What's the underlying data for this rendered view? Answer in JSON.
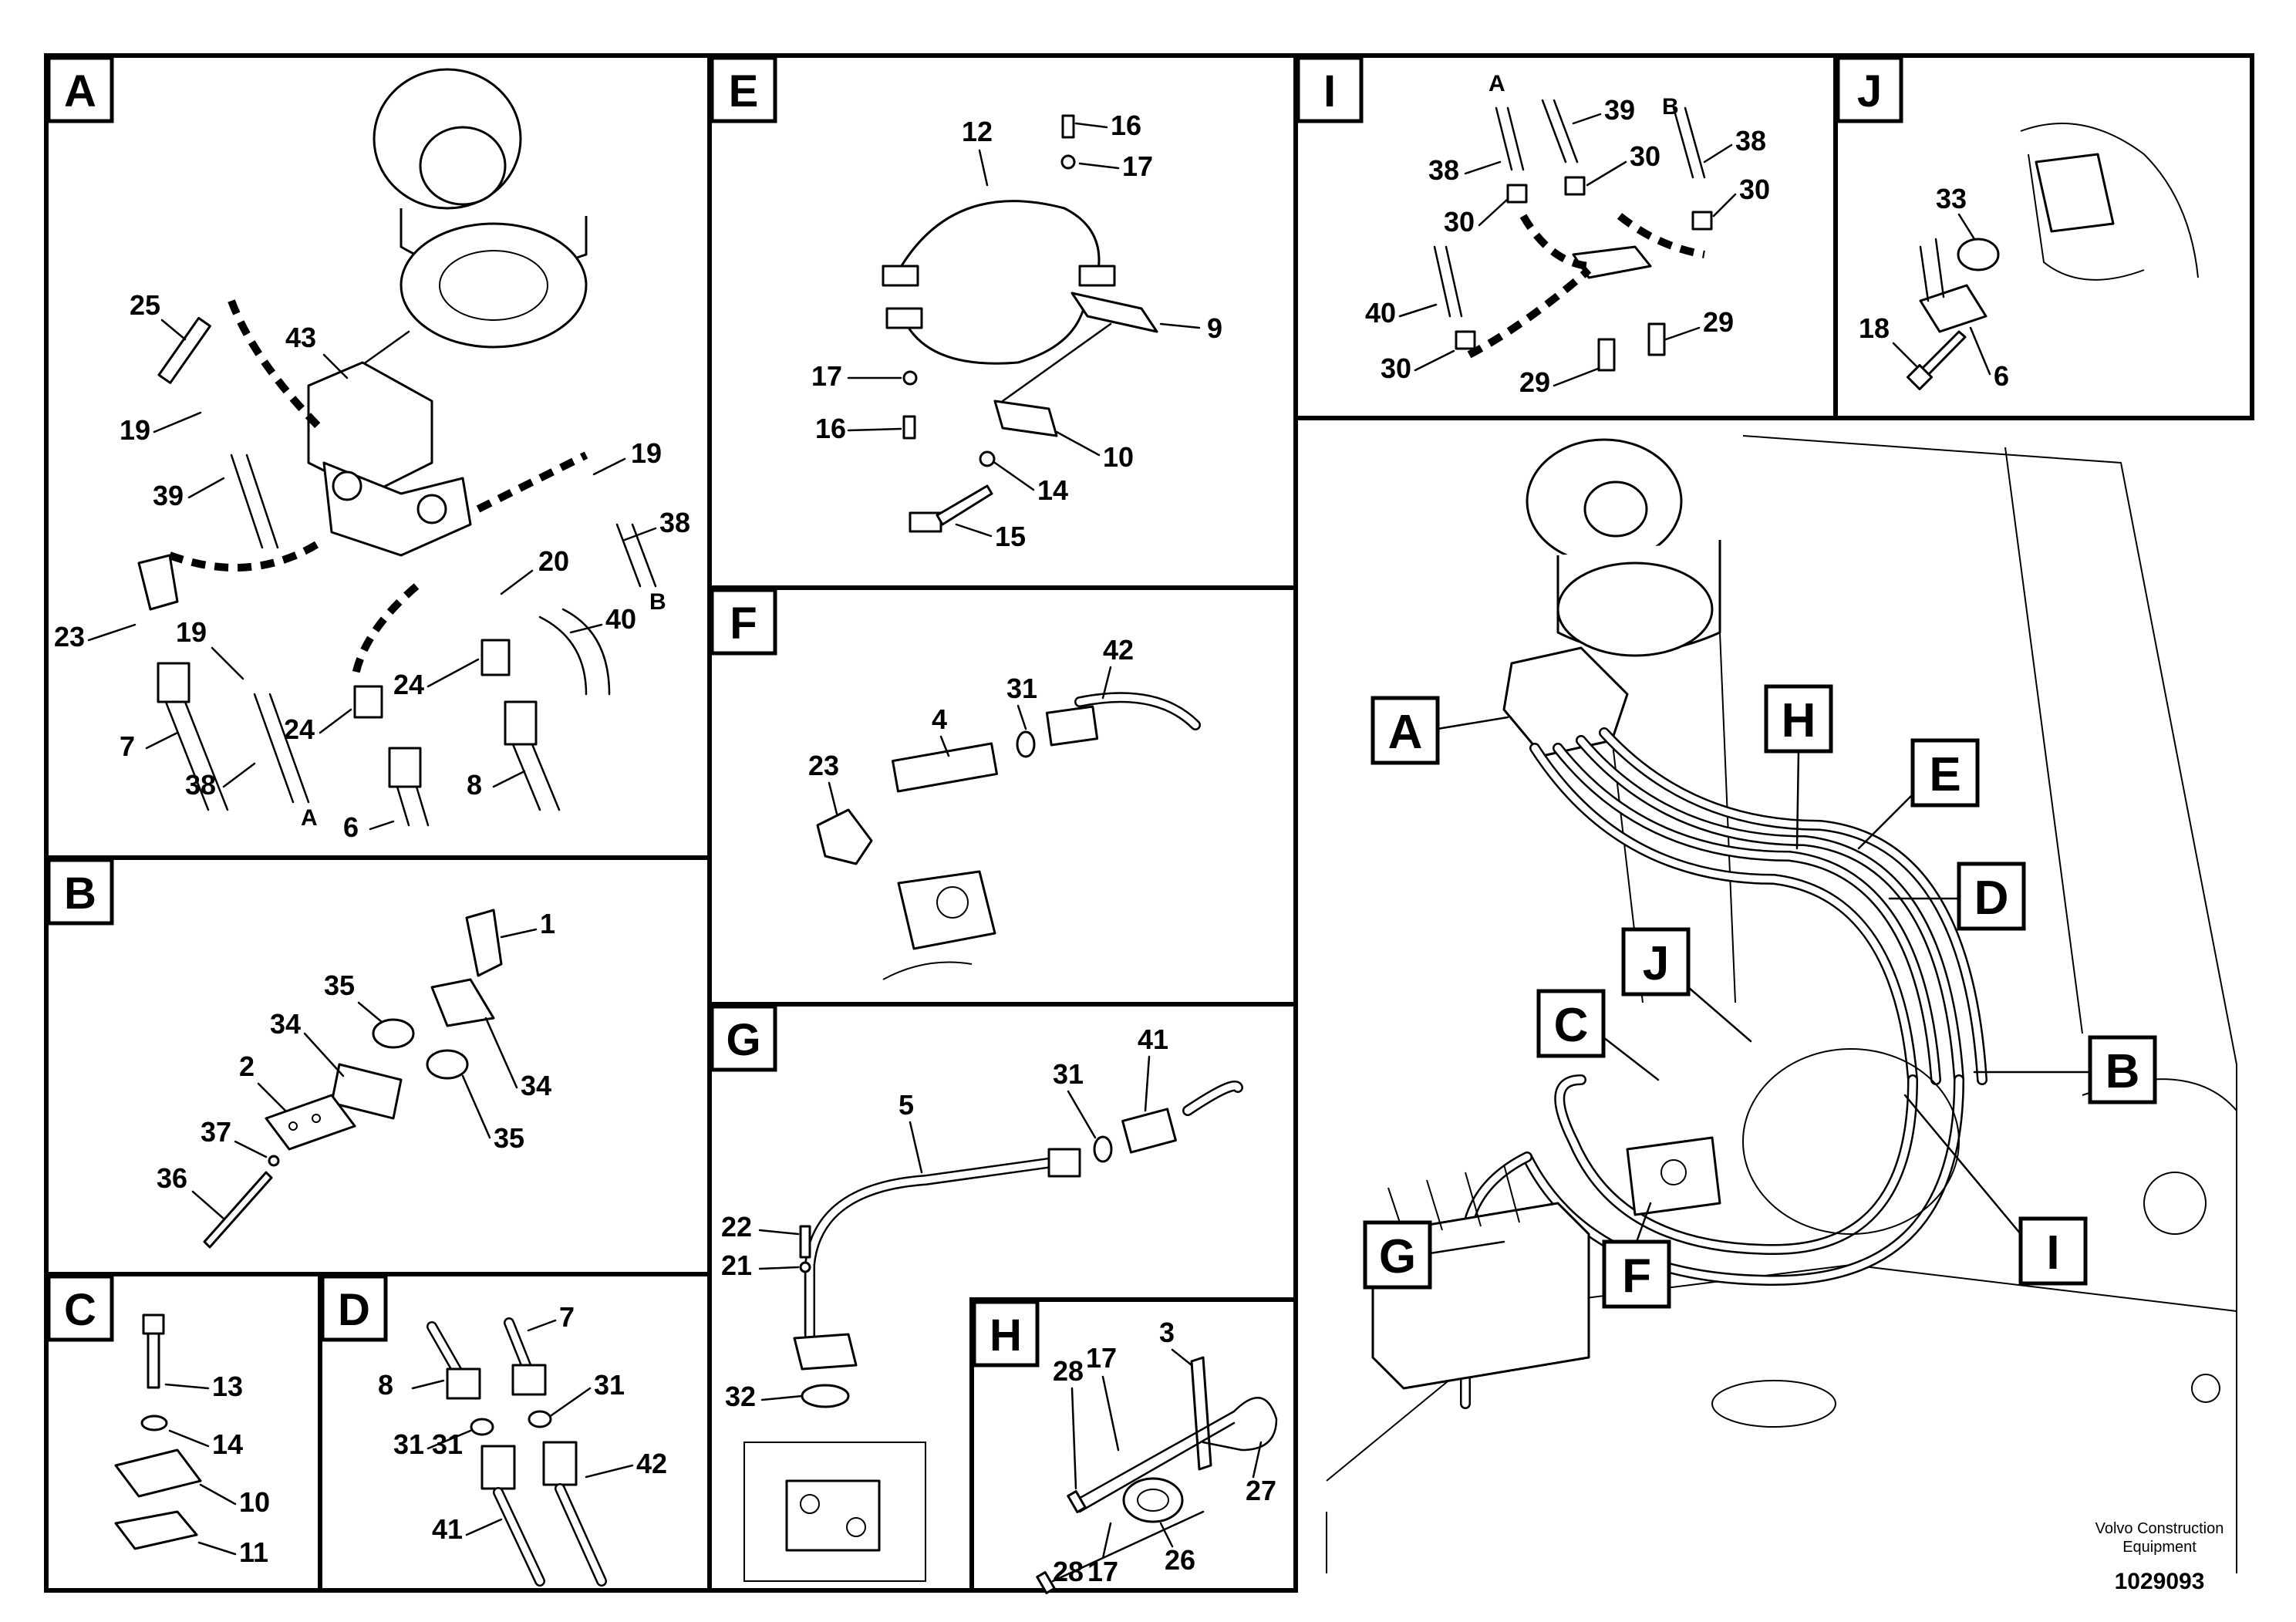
{
  "panels": {
    "A": {
      "badge": "A",
      "parts": [
        "25",
        "43",
        "19",
        "39",
        "19",
        "38",
        "23",
        "19",
        "20",
        "40",
        "7",
        "38",
        "24",
        "24",
        "6",
        "8"
      ],
      "ends": [
        "A",
        "B"
      ]
    },
    "B": {
      "badge": "B",
      "parts": [
        "1",
        "35",
        "34",
        "2",
        "34",
        "37",
        "35",
        "36"
      ]
    },
    "C": {
      "badge": "C",
      "parts": [
        "13",
        "14",
        "10",
        "11"
      ]
    },
    "D": {
      "badge": "D",
      "parts": [
        "7",
        "8",
        "31",
        "31",
        "31",
        "42",
        "41"
      ]
    },
    "E": {
      "badge": "E",
      "parts": [
        "16",
        "12",
        "17",
        "9",
        "17",
        "16",
        "10",
        "14",
        "15"
      ]
    },
    "F": {
      "badge": "F",
      "parts": [
        "42",
        "31",
        "4",
        "23"
      ]
    },
    "G": {
      "badge": "G",
      "parts": [
        "41",
        "31",
        "5",
        "22",
        "21",
        "32"
      ]
    },
    "H": {
      "badge": "H",
      "parts": [
        "3",
        "28",
        "17",
        "27",
        "28",
        "17",
        "26"
      ]
    },
    "I": {
      "badge": "I",
      "parts": [
        "39",
        "38",
        "30",
        "38",
        "30",
        "30",
        "40",
        "29",
        "30",
        "29"
      ],
      "ends": [
        "A",
        "B"
      ]
    },
    "J": {
      "badge": "J",
      "parts": [
        "33",
        "18",
        "6"
      ]
    }
  },
  "overview": {
    "callouts": [
      "A",
      "H",
      "E",
      "D",
      "J",
      "C",
      "B",
      "G",
      "F",
      "I"
    ]
  },
  "footer": {
    "company_line1": "Volvo Construction",
    "company_line2": "Equipment",
    "doc_number": "1029093"
  }
}
